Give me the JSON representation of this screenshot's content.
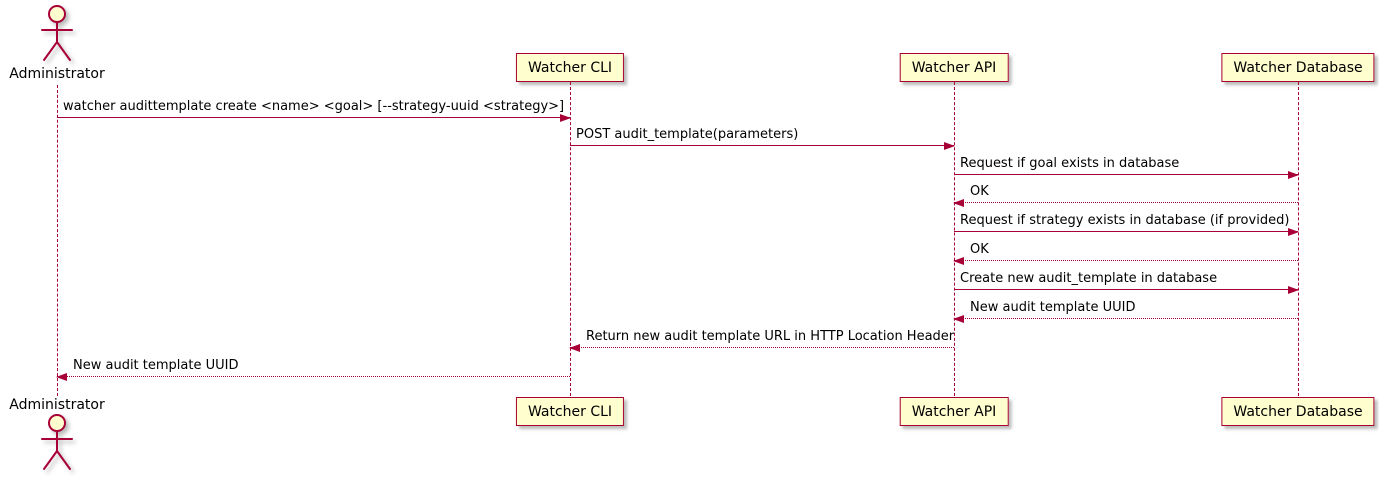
{
  "diagram": {
    "type": "sequence-diagram",
    "actor": {
      "name": "Administrator"
    },
    "participants": [
      {
        "label": "Watcher CLI"
      },
      {
        "label": "Watcher API"
      },
      {
        "label": "Watcher Database"
      }
    ],
    "messages": [
      {
        "from": "Administrator",
        "to": "Watcher CLI",
        "style": "solid",
        "label": "watcher audittemplate create <name> <goal> [--strategy-uuid <strategy>]"
      },
      {
        "from": "Watcher CLI",
        "to": "Watcher API",
        "style": "solid",
        "label": "POST audit_template(parameters)"
      },
      {
        "from": "Watcher API",
        "to": "Watcher Database",
        "style": "solid",
        "label": "Request if goal exists in database"
      },
      {
        "from": "Watcher Database",
        "to": "Watcher API",
        "style": "dotted",
        "label": "OK"
      },
      {
        "from": "Watcher API",
        "to": "Watcher Database",
        "style": "solid",
        "label": "Request if strategy exists in database (if provided)"
      },
      {
        "from": "Watcher Database",
        "to": "Watcher API",
        "style": "dotted",
        "label": "OK"
      },
      {
        "from": "Watcher API",
        "to": "Watcher Database",
        "style": "solid",
        "label": "Create new audit_template in database"
      },
      {
        "from": "Watcher Database",
        "to": "Watcher API",
        "style": "dotted",
        "label": "New audit template UUID"
      },
      {
        "from": "Watcher API",
        "to": "Watcher CLI",
        "style": "dotted",
        "label": "Return new audit template URL in HTTP Location Header"
      },
      {
        "from": "Watcher CLI",
        "to": "Administrator",
        "style": "dotted",
        "label": "New audit template UUID"
      }
    ],
    "colors": {
      "participant_fill": "#FEFECE",
      "stroke": "#A80036",
      "text": "#000000",
      "background": "#FFFFFF"
    }
  }
}
